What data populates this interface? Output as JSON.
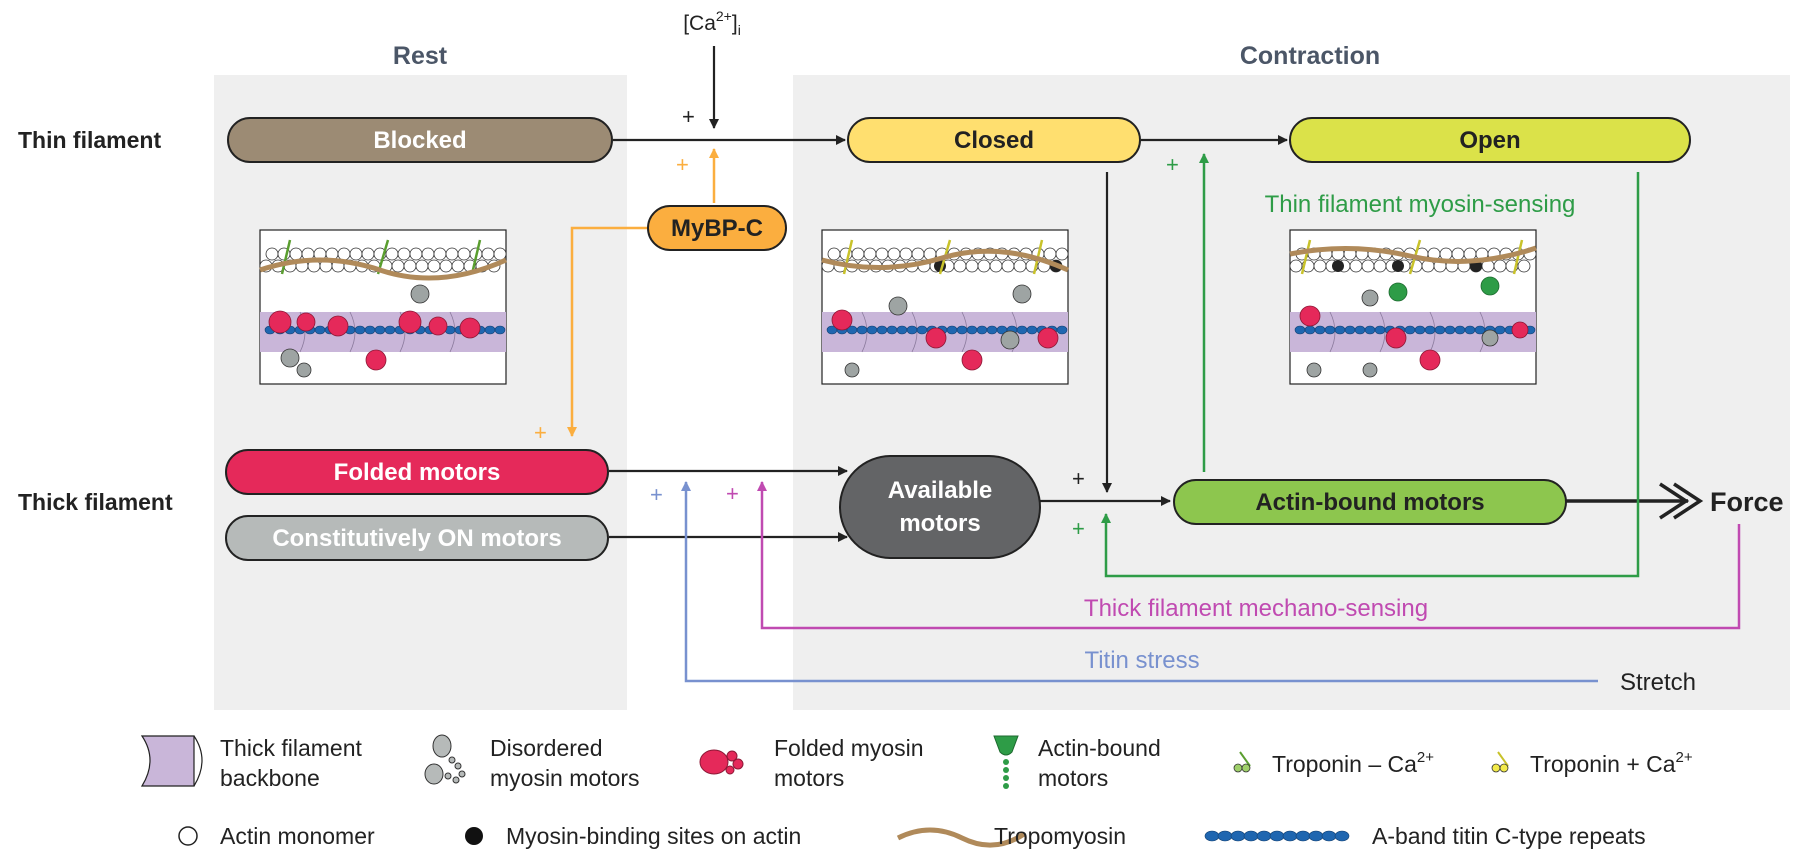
{
  "headers": {
    "rest": "Rest",
    "contraction": "Contraction"
  },
  "rows": {
    "thin": "Thin filament",
    "thick": "Thick filament"
  },
  "calcium": {
    "base": "[Ca",
    "sup": "2+",
    "close": "]",
    "sub": "i"
  },
  "states": {
    "blocked": "Blocked",
    "closed": "Closed",
    "open": "Open",
    "mybpc": "MyBP-C",
    "folded": "Folded motors",
    "constitutive": "Constitutively ON motors",
    "available_line1": "Available",
    "available_line2": "motors",
    "actin_bound": "Actin-bound motors",
    "force": "Force"
  },
  "pathways": {
    "myosin_sensing": "Thin filament myosin-sensing",
    "mechano_sensing": "Thick filament mechano-sensing",
    "titin_stress": "Titin stress",
    "stretch": "Stretch"
  },
  "signs": {
    "plus": "+"
  },
  "legend": {
    "backbone_l1": "Thick filament",
    "backbone_l2": "backbone",
    "disordered_l1": "Disordered",
    "disordered_l2": "myosin motors",
    "folded_l1": "Folded myosin",
    "folded_l2": "motors",
    "actinbound_l1": "Actin-bound",
    "actinbound_l2": "motors",
    "troponin_minus": "Troponin – Ca",
    "troponin_plus": "Troponin + Ca",
    "ca_sup": "2+",
    "actin_monomer": "Actin monomer",
    "binding_sites": "Myosin-binding sites on actin",
    "tropomyosin": "Tropomyosin",
    "titin": "A-band titin C-type repeats"
  },
  "colors": {
    "blocked": "#9c8b74",
    "closed": "#ffdf6f",
    "open": "#dbe249",
    "mybpc": "#fbae3f",
    "folded": "#e5295a",
    "constitutive": "#b6bab9",
    "available": "#636466",
    "actin_bound": "#8dc64e",
    "green": "#2e9c47",
    "magenta": "#c04ab1",
    "blue": "#7891cf",
    "orange": "#fbae3f",
    "panel": "#efefef",
    "header_text": "#4b5667"
  }
}
